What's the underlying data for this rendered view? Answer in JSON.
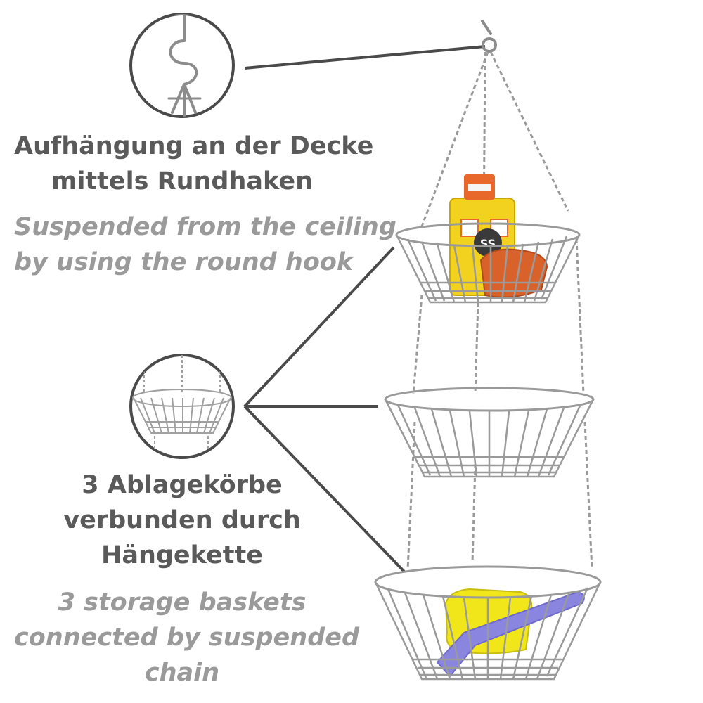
{
  "callout_top": {
    "german": [
      "Aufhängung an der Decke",
      "mittels Rundhaken"
    ],
    "english": [
      "Suspended from the ceiling",
      "by using the round hook"
    ],
    "icon": "hook-detail-icon"
  },
  "callout_middle": {
    "german": [
      "3 Ablagekörbe",
      "verbunden durch",
      "Hängekette"
    ],
    "english": [
      "3 storage baskets",
      "connected by suspended",
      "chain"
    ],
    "icon": "basket-detail-icon"
  },
  "product_labels": {
    "bottle_text": "SS"
  },
  "colors": {
    "german_text": "#5a5a5a",
    "english_text": "#9a9a9a",
    "leader_line": "#4a4a4a",
    "wire": "#9a9a9a",
    "bottle_yellow": "#f2d21e",
    "bottle_cap": "#e8672a",
    "sponge_orange": "#d9622b",
    "sponge_yellow": "#f0e61a",
    "brush_purple": "#8a86e0"
  }
}
